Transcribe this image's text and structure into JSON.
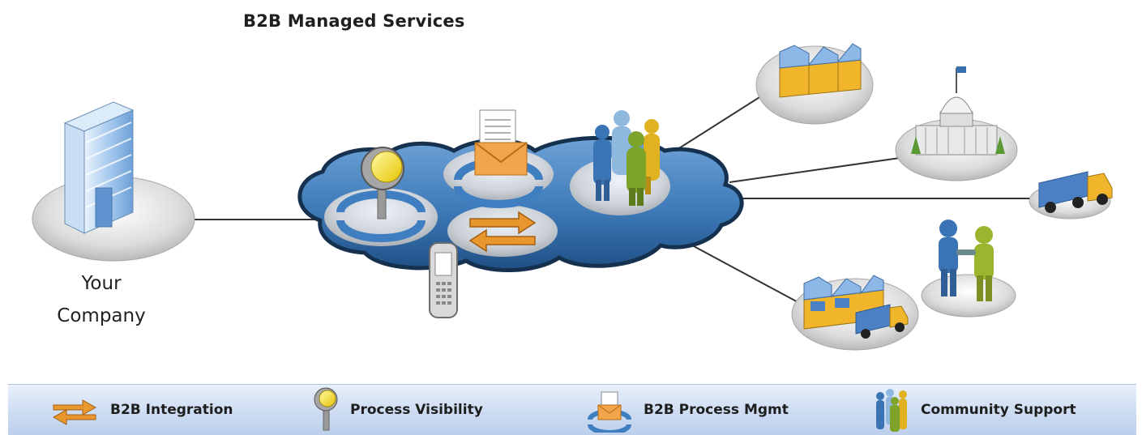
{
  "title": "B2B Managed Services",
  "company_label": {
    "line1": "Your",
    "line2": "Company"
  },
  "legend": [
    {
      "icon": "exchange-arrows-icon",
      "label": "B2B Integration"
    },
    {
      "icon": "magnifier-icon",
      "label": "Process Visibility"
    },
    {
      "icon": "envelope-cycle-icon",
      "label": "B2B Process Mgmt"
    },
    {
      "icon": "people-group-icon",
      "label": "Community Support"
    }
  ],
  "colors": {
    "cloud": "#3d7ab8",
    "cloud_dark": "#1c3f66",
    "arrow_orange": "#e8962e",
    "envelope": "#f2a54a",
    "legend_bar": "#cddcf2",
    "person_blue": "#3a74b5",
    "person_green": "#7da32a",
    "person_yellow": "#e1b21f",
    "building_blue": "#8cb7e6",
    "truck_blue": "#4c80c4"
  }
}
